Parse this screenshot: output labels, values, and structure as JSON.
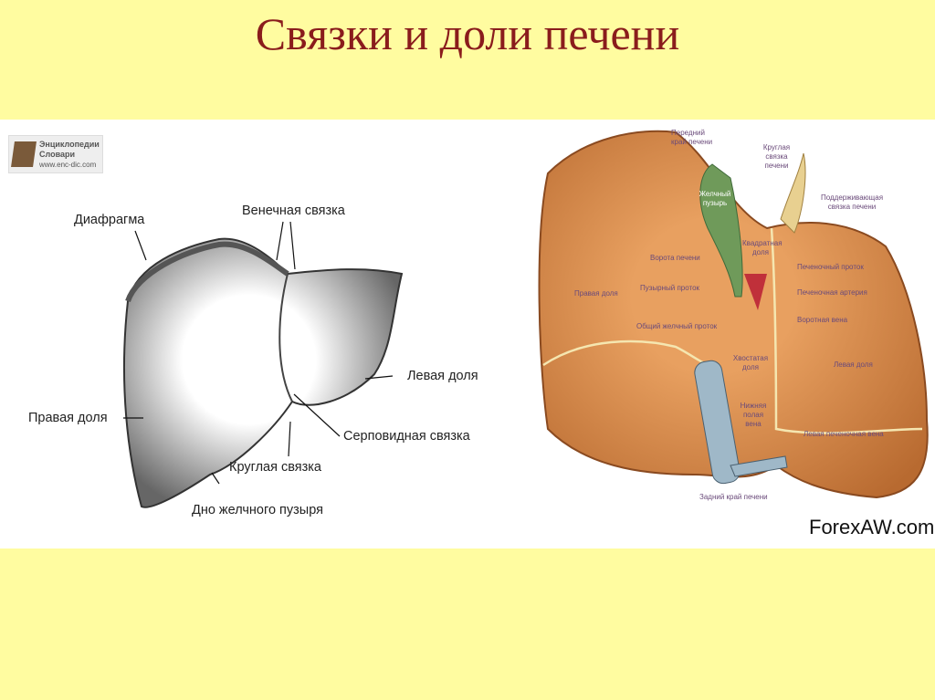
{
  "slide": {
    "title": "Связки и доли печени"
  },
  "logo": {
    "line1": "Энциклопедии",
    "line2": "Словари",
    "line3": "www.enc-dic.com"
  },
  "left_diagram": {
    "labels": {
      "diaphragm": "Диафрагма",
      "coronary": "Венечная связка",
      "left_lobe": "Левая доля",
      "right_lobe": "Правая доля",
      "falciform": "Серповидная связка",
      "round": "Круглая связка",
      "gallbladder_fundus": "Дно желчного пузыря"
    }
  },
  "right_diagram": {
    "labels": {
      "anterior_edge": "Передний край печени",
      "round_lig": "Круглая связка печени",
      "suspensory": "Поддерживающая связка печени",
      "gallbladder": "Желчный пузырь",
      "quadrate": "Квадратная доля",
      "porta": "Ворота печени",
      "hepatic_duct": "Печеночный проток",
      "cystic_duct": "Пузырный проток",
      "hepatic_artery": "Печеночная артерия",
      "right_lobe": "Правая доля",
      "portal_vein": "Воротная вена",
      "common_bile": "Общий желчный проток",
      "caudate": "Хвостатая доля",
      "left_lobe": "Левая доля",
      "ivc": "Нижняя полая вена",
      "left_hepatic_vein": "Левая печеночная вена",
      "posterior_edge": "Задний край печени"
    },
    "watermark": "ForexAW.com"
  },
  "colors": {
    "background": "#fffca0",
    "title": "#8a1c1c",
    "liver": "#d9894a",
    "gallbladder": "#6f9a5a",
    "vein": "#9fb8c8"
  }
}
